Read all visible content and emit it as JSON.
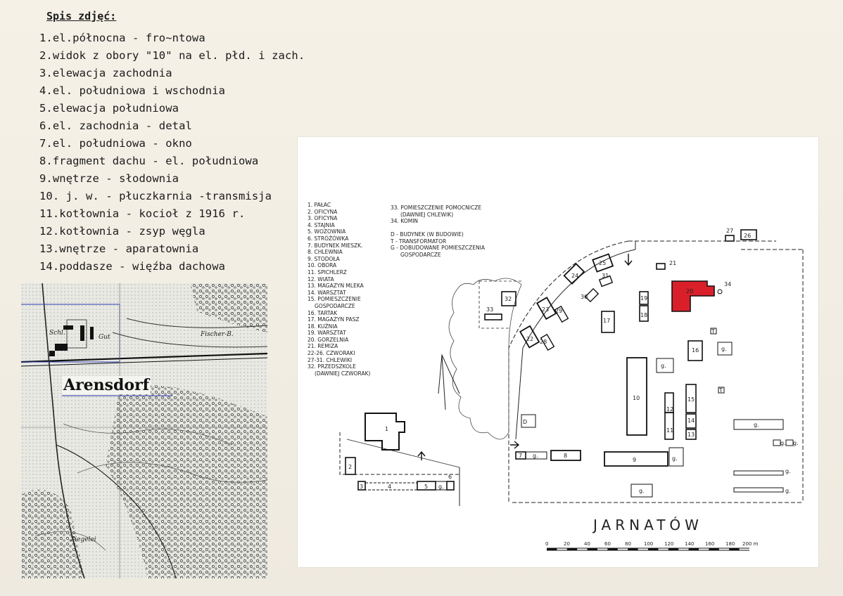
{
  "photo_list": {
    "title": "Spis zdjęć:",
    "items": [
      "1.el.północna - fro~ntowa",
      "2.widok z obory \"10\" na el. płd. i zach.",
      "3.elewacja zachodnia",
      "4.el. południowa i wschodnia",
      "5.elewacja południowa",
      "6.el. zachodnia - detal",
      "7.el. południowa - okno",
      "8.fragment dachu - el. południowa",
      "9.wnętrze - słodownia",
      "10. j. w. - płuczkarnia -transmisja",
      "11.kotłownia - kocioł z 1916 r.",
      "12.kotłownia - zsyp węgla",
      "13.wnętrze - aparatownia",
      "14.poddasze - więźba dachowa"
    ]
  },
  "topo_map": {
    "town": "Arensdorf",
    "labels": [
      "Fischer-B.",
      "Ziegelei",
      "Schl.",
      "Gut"
    ]
  },
  "site_plan": {
    "title": "JARNATÓW",
    "legend": [
      "1. PAŁAC",
      "2. OFICYNA",
      "3. OFICYNA",
      "4. STAJNIA",
      "5. WOZOWNIA",
      "6. STRÓŻÓWKA",
      "7. BUDYNEK MIESZK.",
      "8. CHLEWNIA",
      "9. STODOŁA",
      "10. OBORA",
      "11. SPICHLERZ",
      "12. WIATA",
      "13. MAGAZYN MLEKA",
      "14. WARSZTAT",
      "15. POMIESZCZENIE",
      "GOSPODARCZE",
      "16. TARTAK",
      "17. MAGAZYN PASZ",
      "18. KUŹNIA",
      "19. WARSZTAT",
      "20. GORZELNIA",
      "21. REMIZA",
      "22-26. CZWORAKI",
      "27-31. CHLEWIKI",
      "32. PRZEDSZKOLE",
      "(DAWNIEJ CZWORAK)"
    ],
    "legend2": [
      "33. POMIESZCZENIE POMOCNICZE",
      "(DAWNIEJ CHLEWIK)",
      "34. KOMIN"
    ],
    "legend3": [
      "D - BUDYNEK (W BUDOWIE)",
      "T - TRANSFORMATOR",
      "G - DOBUDOWANE POMIESZCZENIA",
      "GOSPODARCZE"
    ],
    "scale": [
      "0",
      "20",
      "40",
      "60",
      "80",
      "100",
      "120",
      "140",
      "160",
      "180",
      "200 m"
    ],
    "highlight_color": "#d9202a",
    "buildings": [
      "1",
      "2",
      "3",
      "4",
      "5",
      "g.",
      "6",
      "7",
      "g.",
      "8",
      "9",
      "g.",
      "10",
      "11",
      "12",
      "13",
      "14",
      "15",
      "16",
      "g.",
      "g.",
      "17",
      "18",
      "19",
      "20",
      "34",
      "21",
      "22",
      "23",
      "24",
      "25",
      "26",
      "27",
      "28",
      "29",
      "30",
      "31",
      "32",
      "33",
      "D",
      "T",
      "T",
      "g.",
      "g.",
      "g.",
      "g.",
      "g."
    ]
  }
}
